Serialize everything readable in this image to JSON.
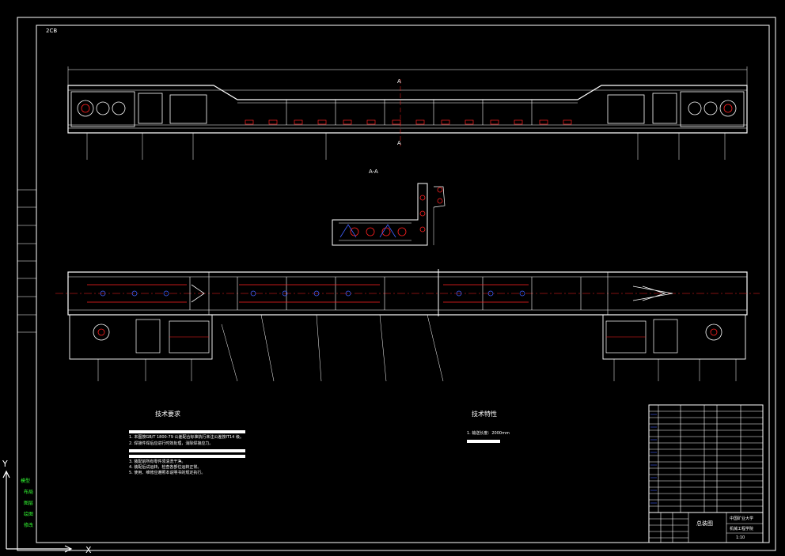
{
  "drawing": {
    "top_left_code": "2CB",
    "section_label": "A-A",
    "section_mark_top": "A",
    "section_mark_bottom": "A"
  },
  "notes_left": {
    "title": "技术要求",
    "lines": [
      "1. 本图按GB/T 1800-79 公差配合标准执行未注公差按IT14 级。",
      "2. 焊接件焊后应进行时效处理，消除焊接应力。",
      "3. 装配前所有零件须清洗干净。",
      "4. 装配后试运转，检查各部位运转正常。",
      "5. 使用、维修应遵照本说明书的规定执行。"
    ]
  },
  "notes_right": {
    "title": "技术特性",
    "lines": [
      "1. 输送长度：2000mm"
    ]
  },
  "title_block": {
    "drawing_name": "总装图",
    "company": "中国矿业大学",
    "drawing_no": "机械工程学院",
    "scale": "1:10"
  },
  "side_toolbar": {
    "items": [
      "模型",
      "布局",
      "图层",
      "绘图",
      "修改"
    ]
  },
  "axes": {
    "x_label": "X",
    "y_label": "Y"
  },
  "colors": {
    "background": "#000000",
    "frame": "#ffffff",
    "accent_red": "#ff2020",
    "accent_blue": "#4060ff",
    "accent_green": "#30ff30"
  }
}
